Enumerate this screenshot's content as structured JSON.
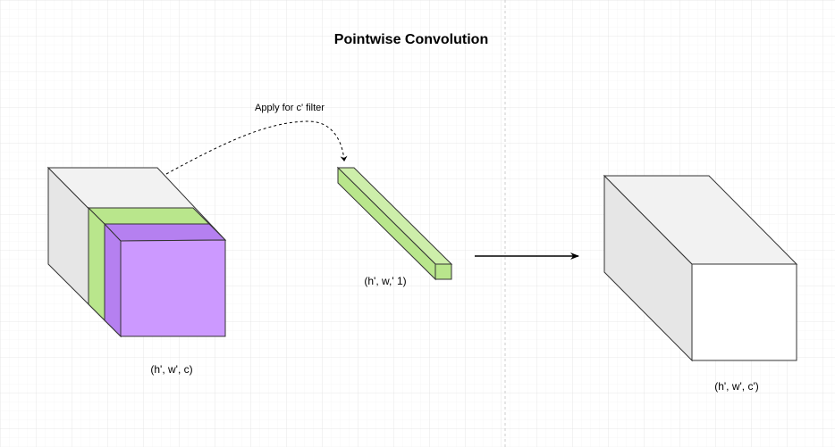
{
  "title": "Pointwise Convolution",
  "input_block": {
    "label": "(h', w', c)",
    "colors": {
      "top": "#f2f2f2",
      "side": "#e6e6e6",
      "outline": "#333333",
      "green_slice": "#b9e68c",
      "front": "#cc99ff",
      "front_top": "#b580f0"
    }
  },
  "filter": {
    "label": "(h', w,' 1)",
    "annotation": "Apply for c' filter",
    "colors": {
      "face": "#b9e68c",
      "outline": "#333333"
    }
  },
  "output_block": {
    "label": "(h', w', c')",
    "colors": {
      "top": "#f2f2f2",
      "side": "#e6e6e6",
      "front": "#ffffff",
      "outline": "#333333"
    }
  },
  "grid": true,
  "grid_color": "#e6e6e6"
}
